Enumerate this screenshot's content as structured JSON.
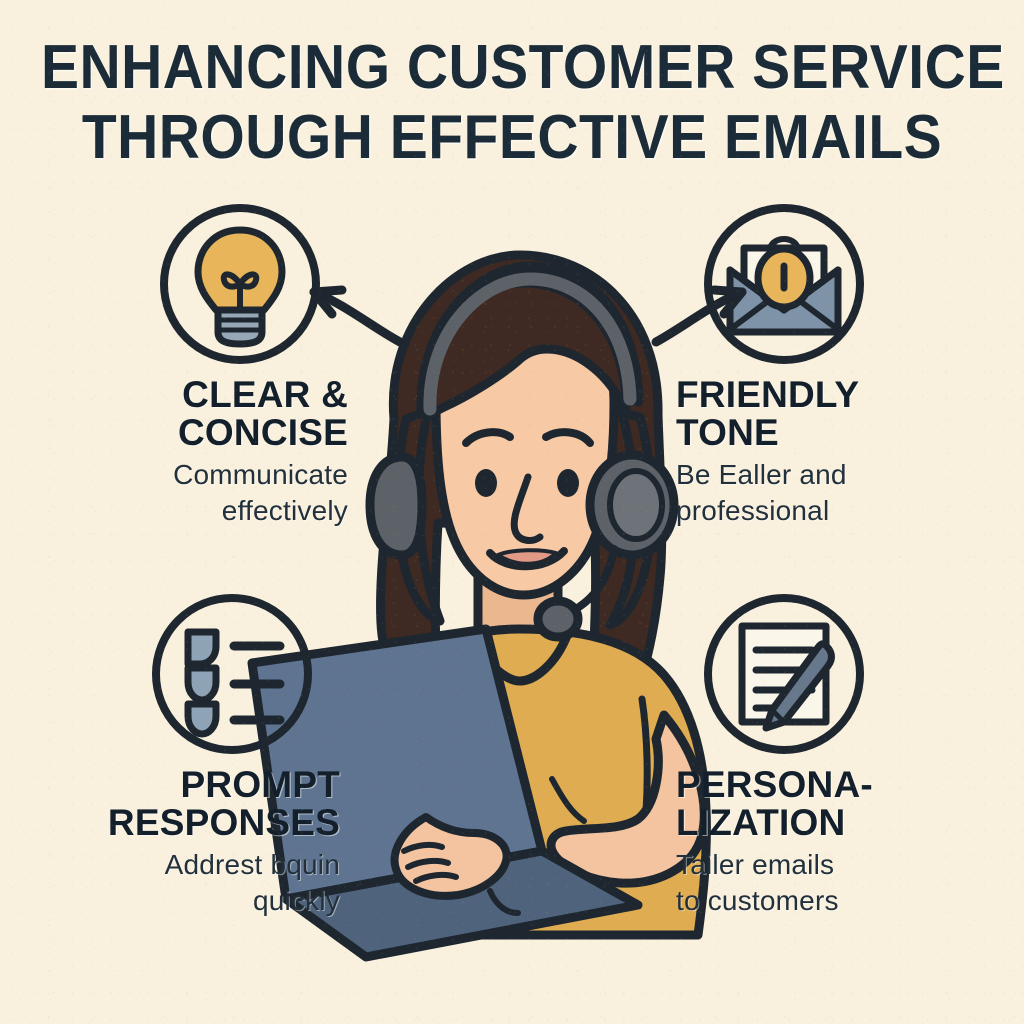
{
  "poster": {
    "title_line1": "ENHANCING CUSTOMER SERVICE",
    "title_line2": "THROUGH EFFECTIVE EMAILS",
    "background_color": "#f9f1de",
    "ink_color": "#1b2c38",
    "accent_amber": "#e8b55a",
    "accent_slate": "#7e93a8",
    "laptop_color": "#5e7490",
    "shirt_color": "#dfac51",
    "skin_color": "#f3c49f",
    "hair_color": "#3e2a22",
    "headset_color": "#5c6268"
  },
  "quadrants": [
    {
      "id": "clear-concise",
      "position": "top-left",
      "icon": "lightbulb-icon",
      "heading": "CLEAR &\nCONCISE",
      "subtitle": "Communicate\neffectively"
    },
    {
      "id": "friendly-tone",
      "position": "top-right",
      "icon": "open-envelope-icon",
      "heading": "FRIENDLY\nTONE",
      "subtitle": "Be Ealler and\nprofessional"
    },
    {
      "id": "prompt-responses",
      "position": "bottom-left",
      "icon": "checklist-icon",
      "heading": "PROMPT\nRESPONSES",
      "subtitle": "Addrest bquin\nquickly"
    },
    {
      "id": "personalization",
      "position": "bottom-right",
      "icon": "document-pen-icon",
      "heading": "PERSONA-\nLIZATION",
      "subtitle": "Tailer emails\nto customers"
    }
  ],
  "illustration": {
    "subject": "customer-service-agent-with-headset-at-laptop",
    "arrow_left": "curved-arrow-pointing-left",
    "arrow_right": "curved-arrow-pointing-right"
  }
}
